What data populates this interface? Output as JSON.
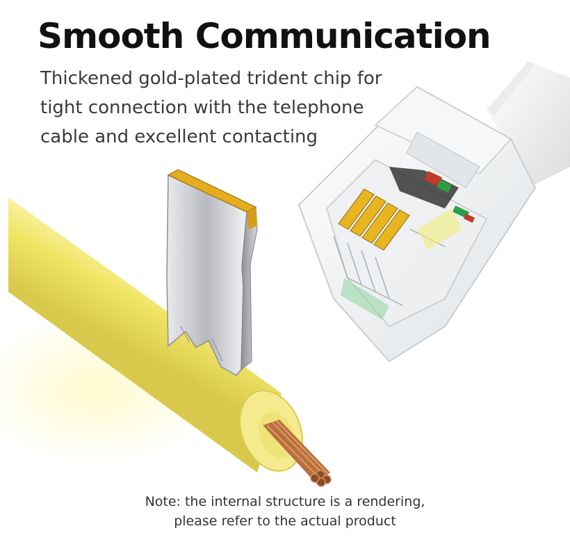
{
  "headline": "Smooth Communication",
  "description_lines": [
    "Thickened gold-plated trident chip for",
    "tight connection with the telephone",
    "cable and excellent contacting"
  ],
  "note_lines": [
    "Note: the internal structure is a rendering,",
    "please refer to the actual product"
  ],
  "colors": {
    "headline": "#111111",
    "body_text": "#3a3a3a",
    "cable_yellow": "#f3e468",
    "gold_plating": "#e7b520",
    "copper_wire": "#b86f3c"
  }
}
